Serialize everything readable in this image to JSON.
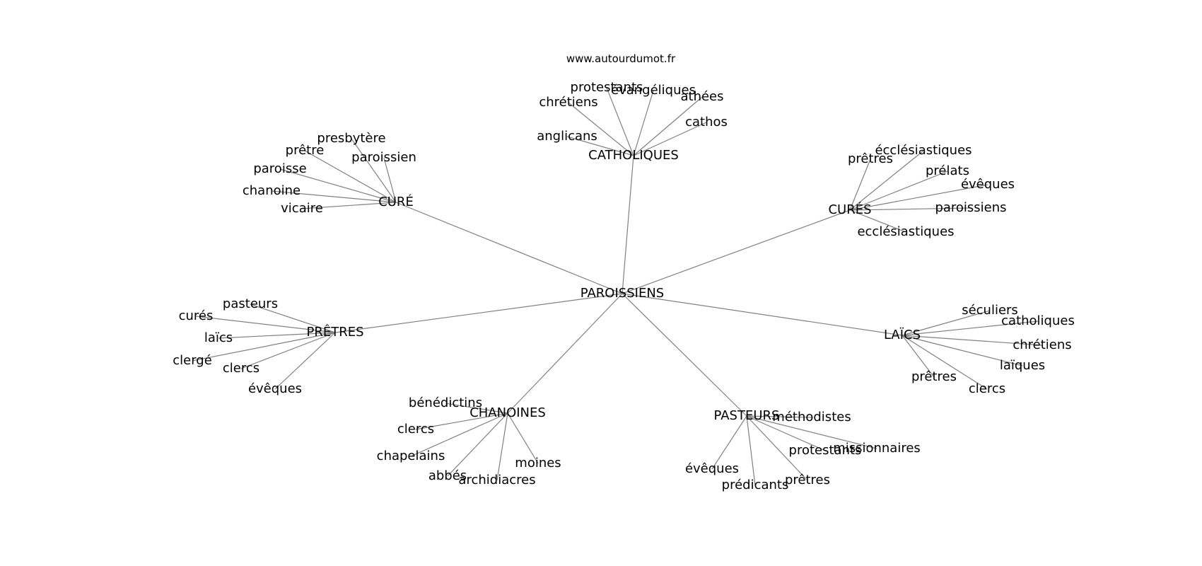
{
  "watermark": "www.autourdumot.fr",
  "graph": {
    "root": "PAROISSIENS",
    "groups": [
      {
        "id": "catholiques",
        "label": "CATHOLIQUES",
        "leaves": [
          "protestants",
          "évangéliques",
          "chrétiens",
          "athées",
          "cathos",
          "anglicans"
        ]
      },
      {
        "id": "cure",
        "label": "CURÉ",
        "leaves": [
          "presbytère",
          "prêtre",
          "paroissien",
          "paroisse",
          "chanoine",
          "vicaire"
        ]
      },
      {
        "id": "cures",
        "label": "CURÉS",
        "leaves": [
          "prêtres",
          "écclésiastiques",
          "prélats",
          "évêques",
          "paroissiens",
          "ecclésiastiques"
        ]
      },
      {
        "id": "pretres",
        "label": "PRÊTRES",
        "leaves": [
          "pasteurs",
          "curés",
          "laïcs",
          "clergé",
          "clercs",
          "évêques"
        ]
      },
      {
        "id": "laics",
        "label": "LAÏCS",
        "leaves": [
          "séculiers",
          "catholiques",
          "chrétiens",
          "laïques",
          "prêtres",
          "clercs"
        ]
      },
      {
        "id": "chanoines",
        "label": "CHANOINES",
        "leaves": [
          "bénédictins",
          "clercs",
          "chapelains",
          "abbés",
          "archidiacres",
          "moines"
        ]
      },
      {
        "id": "pasteurs",
        "label": "PASTEURS",
        "leaves": [
          "méthodistes",
          "missionnaires",
          "protestants",
          "évêques",
          "prédicants",
          "prêtres"
        ]
      }
    ]
  }
}
